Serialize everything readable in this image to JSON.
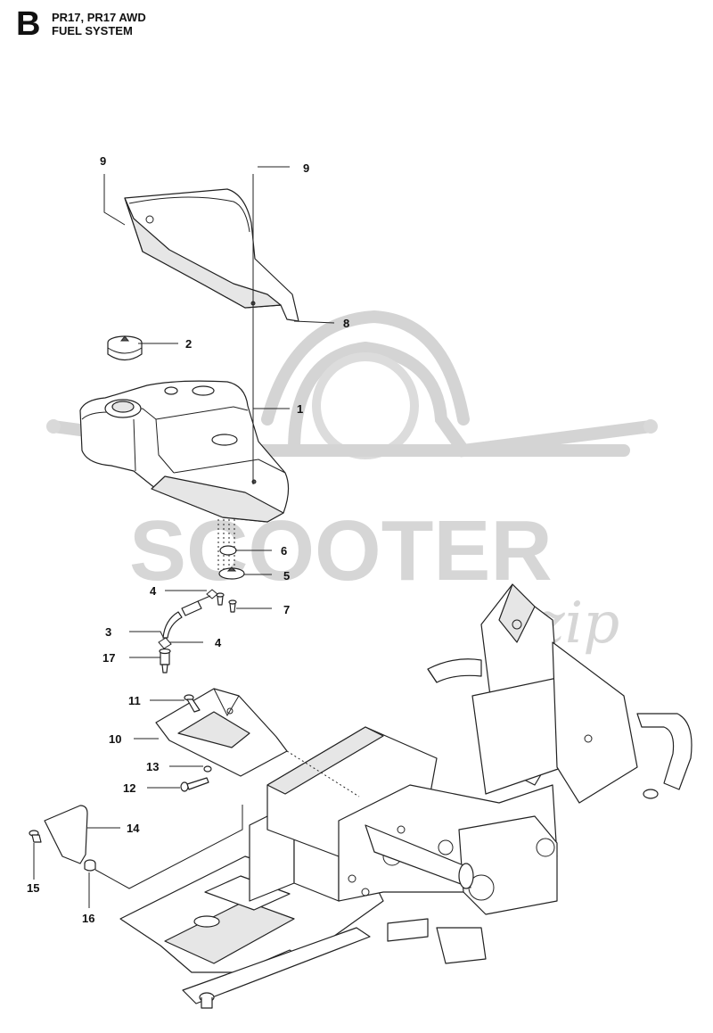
{
  "header": {
    "section_letter": "B",
    "model": "PR17, PR17 AWD",
    "title": "FUEL SYSTEM"
  },
  "watermark": {
    "text": "SCOOTER",
    "script": "zip"
  },
  "callouts": [
    {
      "id": "c9a",
      "label": "9"
    },
    {
      "id": "c9b",
      "label": "9"
    },
    {
      "id": "c8",
      "label": "8"
    },
    {
      "id": "c2",
      "label": "2"
    },
    {
      "id": "c1",
      "label": "1"
    },
    {
      "id": "c6",
      "label": "6"
    },
    {
      "id": "c5",
      "label": "5"
    },
    {
      "id": "c4a",
      "label": "4"
    },
    {
      "id": "c7",
      "label": "7"
    },
    {
      "id": "c3",
      "label": "3"
    },
    {
      "id": "c4b",
      "label": "4"
    },
    {
      "id": "c17",
      "label": "17"
    },
    {
      "id": "c11",
      "label": "11"
    },
    {
      "id": "c10",
      "label": "10"
    },
    {
      "id": "c13",
      "label": "13"
    },
    {
      "id": "c12",
      "label": "12"
    },
    {
      "id": "c14",
      "label": "14"
    },
    {
      "id": "c15",
      "label": "15"
    },
    {
      "id": "c16",
      "label": "16"
    }
  ]
}
